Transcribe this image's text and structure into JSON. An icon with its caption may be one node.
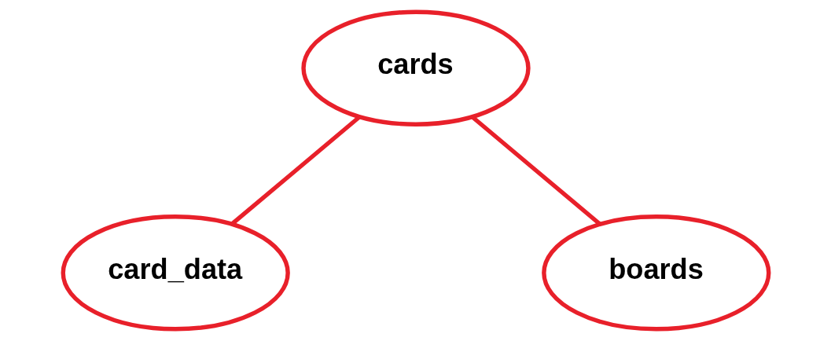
{
  "diagram": {
    "nodes": [
      {
        "text": [
          "cards"
        ]
      },
      {
        "text": [
          "card_data"
        ]
      },
      {
        "text": [
          "boards"
        ]
      }
    ],
    "edges": [
      {
        "from": 0,
        "to": 1,
        "arrow": "none"
      },
      {
        "from": 0,
        "to": 2,
        "arrow": "none"
      }
    ]
  }
}
